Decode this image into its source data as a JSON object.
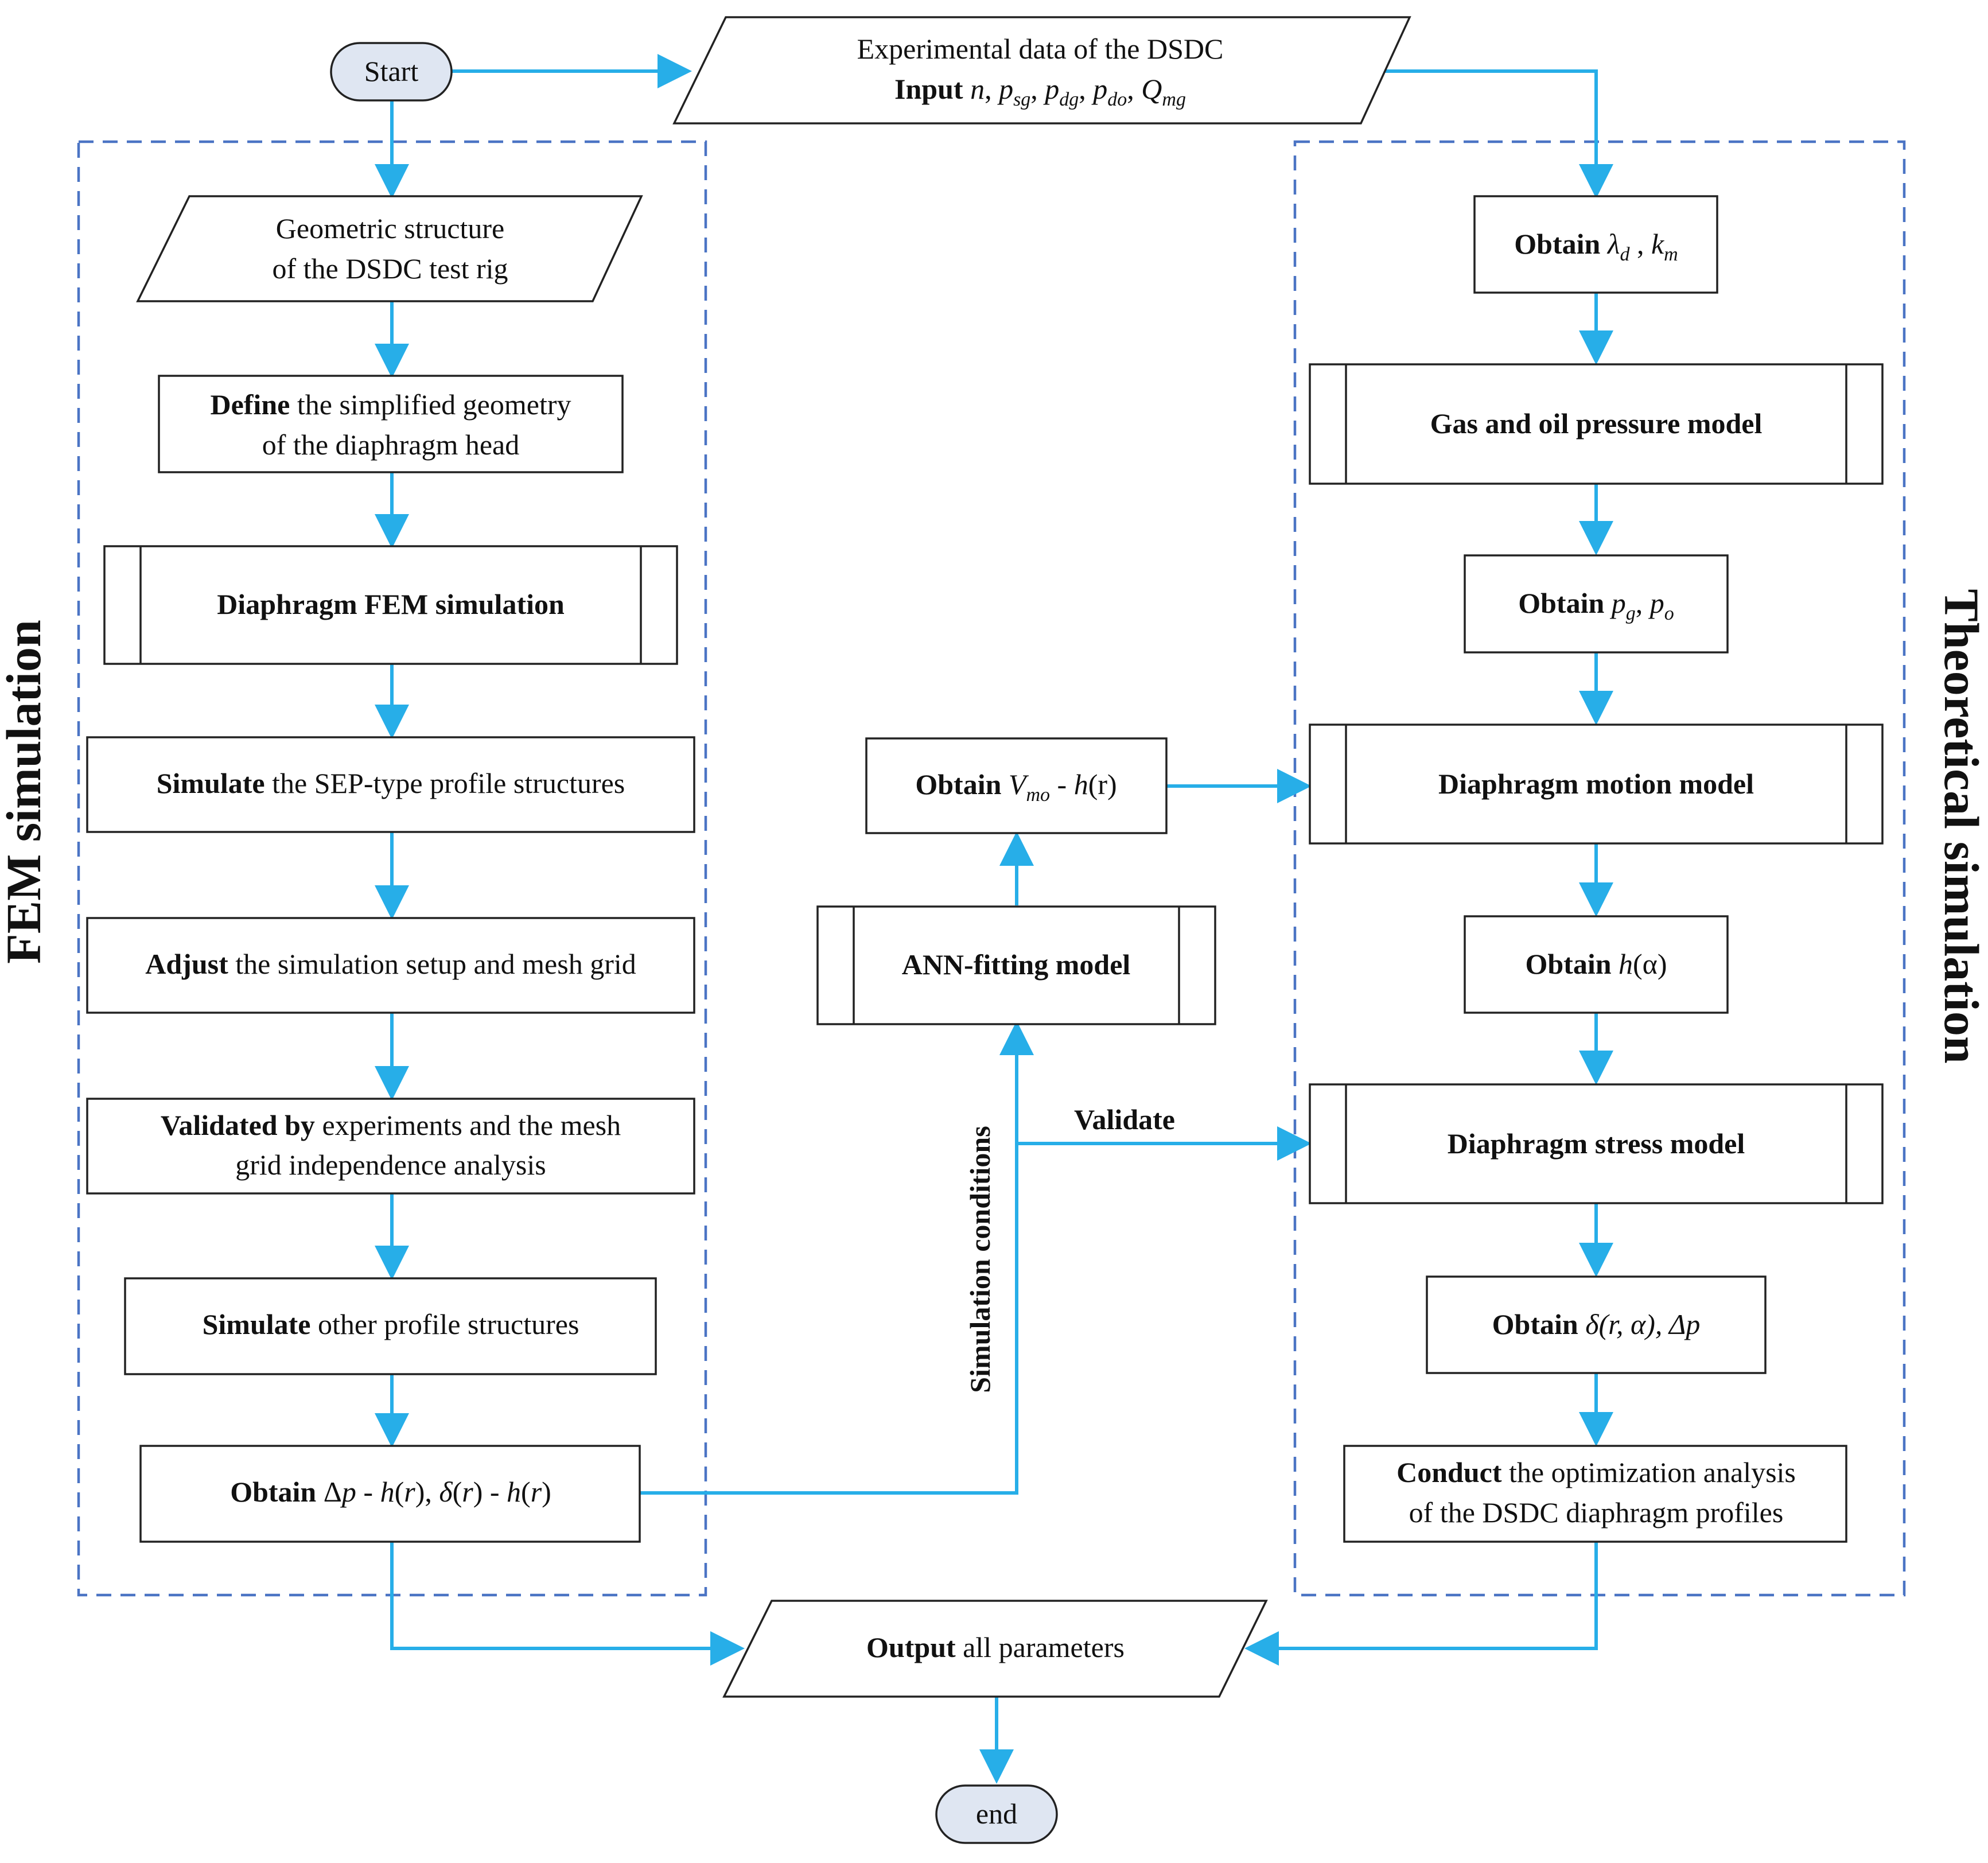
{
  "groups": {
    "fem": "FEM simulation",
    "theoretical": "Theoretical simulation"
  },
  "start": "Start",
  "end": "end",
  "input": {
    "line1": "Experimental data of the DSDC",
    "label": "Input",
    "vars": [
      "n",
      "p",
      "sg",
      "p",
      "dg",
      "p",
      "do",
      "Q",
      "mg"
    ]
  },
  "fem": {
    "geometry": [
      "Geometric structure",
      "of the DSDC test rig"
    ],
    "define": {
      "bold": "Define",
      "rest": " the simplified geometry",
      "line2": "of the diaphragm head"
    },
    "fem_sim": "Diaphragm FEM simulation",
    "sep": {
      "bold": "Simulate",
      "rest": " the SEP-type profile structures"
    },
    "adjust": {
      "bold": "Adjust",
      "rest": " the simulation setup and mesh grid"
    },
    "validated": {
      "bold": "Validated by",
      "rest": " experiments and the mesh",
      "line2": "grid independence analysis"
    },
    "other": {
      "bold": "Simulate",
      "rest": " other profile structures"
    },
    "obtain": {
      "bold": "Obtain",
      "a": "Δ",
      "b": "p",
      "c": " - ",
      "d": "h",
      "e": "(",
      "f": "r",
      "g": "), ",
      "h": "δ",
      "i": "(",
      "j": "r",
      "k": ") - ",
      "l": "h",
      "m": "(",
      "n": "r",
      "o": ")"
    }
  },
  "middle": {
    "obtain_v": {
      "bold": "Obtain",
      "v": "V",
      "sub": "mo",
      "rest": " - ",
      "h": "h",
      "r": "(r)"
    },
    "ann": "ANN-fitting model",
    "sim_conditions": "Simulation conditions",
    "validate": "Validate"
  },
  "theory": {
    "obtain_lambda": {
      "bold": "Obtain",
      "lambda": "λ",
      "d": "d",
      "sep": " , ",
      "k": "k",
      "m": "m"
    },
    "gas_oil": "Gas and oil pressure model",
    "obtain_p": {
      "bold": "Obtain",
      "p1": "p",
      "g": "g",
      "sep": ", ",
      "p2": "p",
      "o": "o"
    },
    "motion": "Diaphragm motion model",
    "obtain_h": {
      "bold": "Obtain",
      "h": "h",
      "rest": "(α)"
    },
    "stress": "Diaphragm stress model",
    "obtain_delta": {
      "bold": "Obtain",
      "delta": "δ",
      "args": "(r, α), ",
      "dp": "Δp"
    },
    "conduct": {
      "bold": "Conduct",
      "rest": " the optimization analysis",
      "line2": "of the DSDC diaphragm profiles"
    }
  },
  "output": {
    "bold": "Output",
    "rest": " all parameters"
  },
  "colors": {
    "flow": "#27aee8",
    "group_border": "#4b74c4",
    "terminal_fill": "#dfe6f2"
  }
}
